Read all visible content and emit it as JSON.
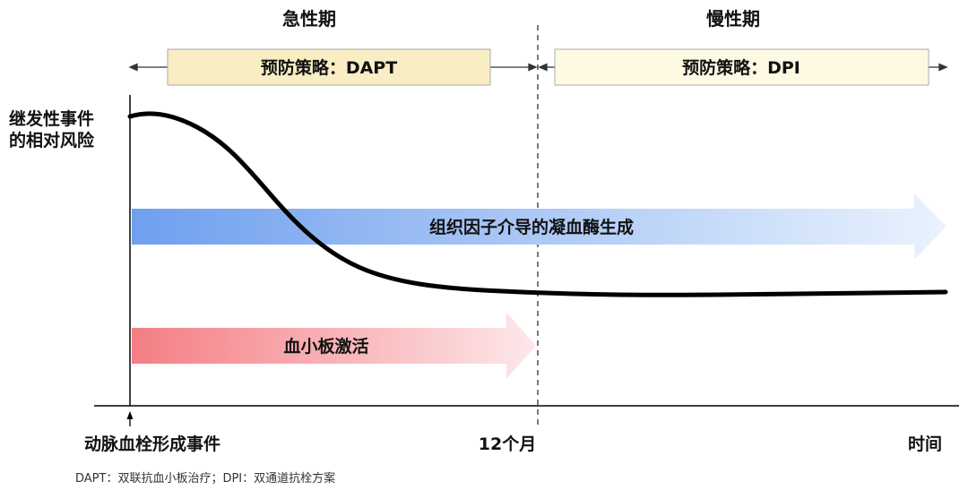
{
  "phases": {
    "acute": {
      "label": "急性期",
      "strategy": "预防策略：DAPT"
    },
    "chronic": {
      "label": "慢性期",
      "strategy": "预防策略：DPI"
    }
  },
  "y_axis_label": [
    "继发性事件",
    "的相对风险"
  ],
  "x_axis": {
    "start_label": "动脉血栓形成事件",
    "mid_label": "12个月",
    "end_label": "时间"
  },
  "arrows": {
    "blue": "组织因子介导的凝血酶生成",
    "red": "血小板激活"
  },
  "footnote": "DAPT：双联抗血小板治疗；DPI：双通道抗栓方案",
  "colors": {
    "strategy_box_acute": "#f8edc3",
    "strategy_box_chronic": "#fdf9e3",
    "strategy_box_border": "#aaaaaa",
    "blue_arrow_start": "#6f9fee",
    "blue_arrow_end": "#eaf3fd",
    "red_arrow_start": "#f47e84",
    "red_arrow_end": "#fde8ea",
    "curve": "#000000"
  }
}
